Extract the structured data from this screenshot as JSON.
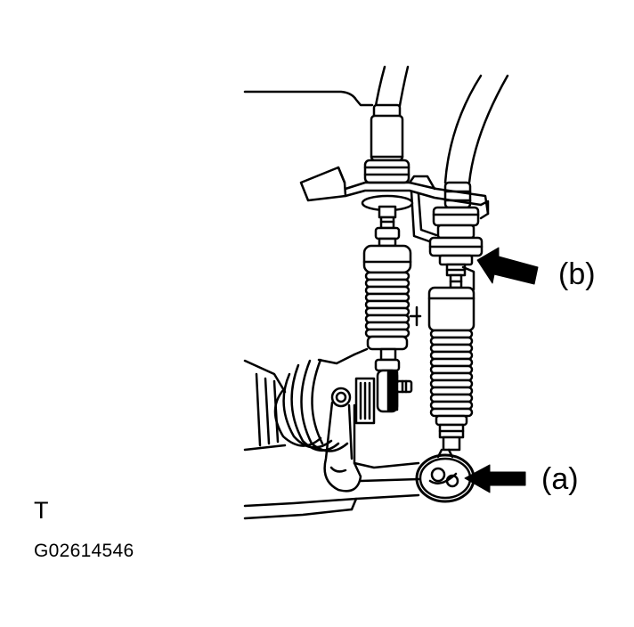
{
  "callouts": {
    "a": "(a)",
    "b": "(b)"
  },
  "corner_mark": "T",
  "figure_code": "G02614546",
  "colors": {
    "line": "#000000",
    "background": "#ffffff"
  }
}
